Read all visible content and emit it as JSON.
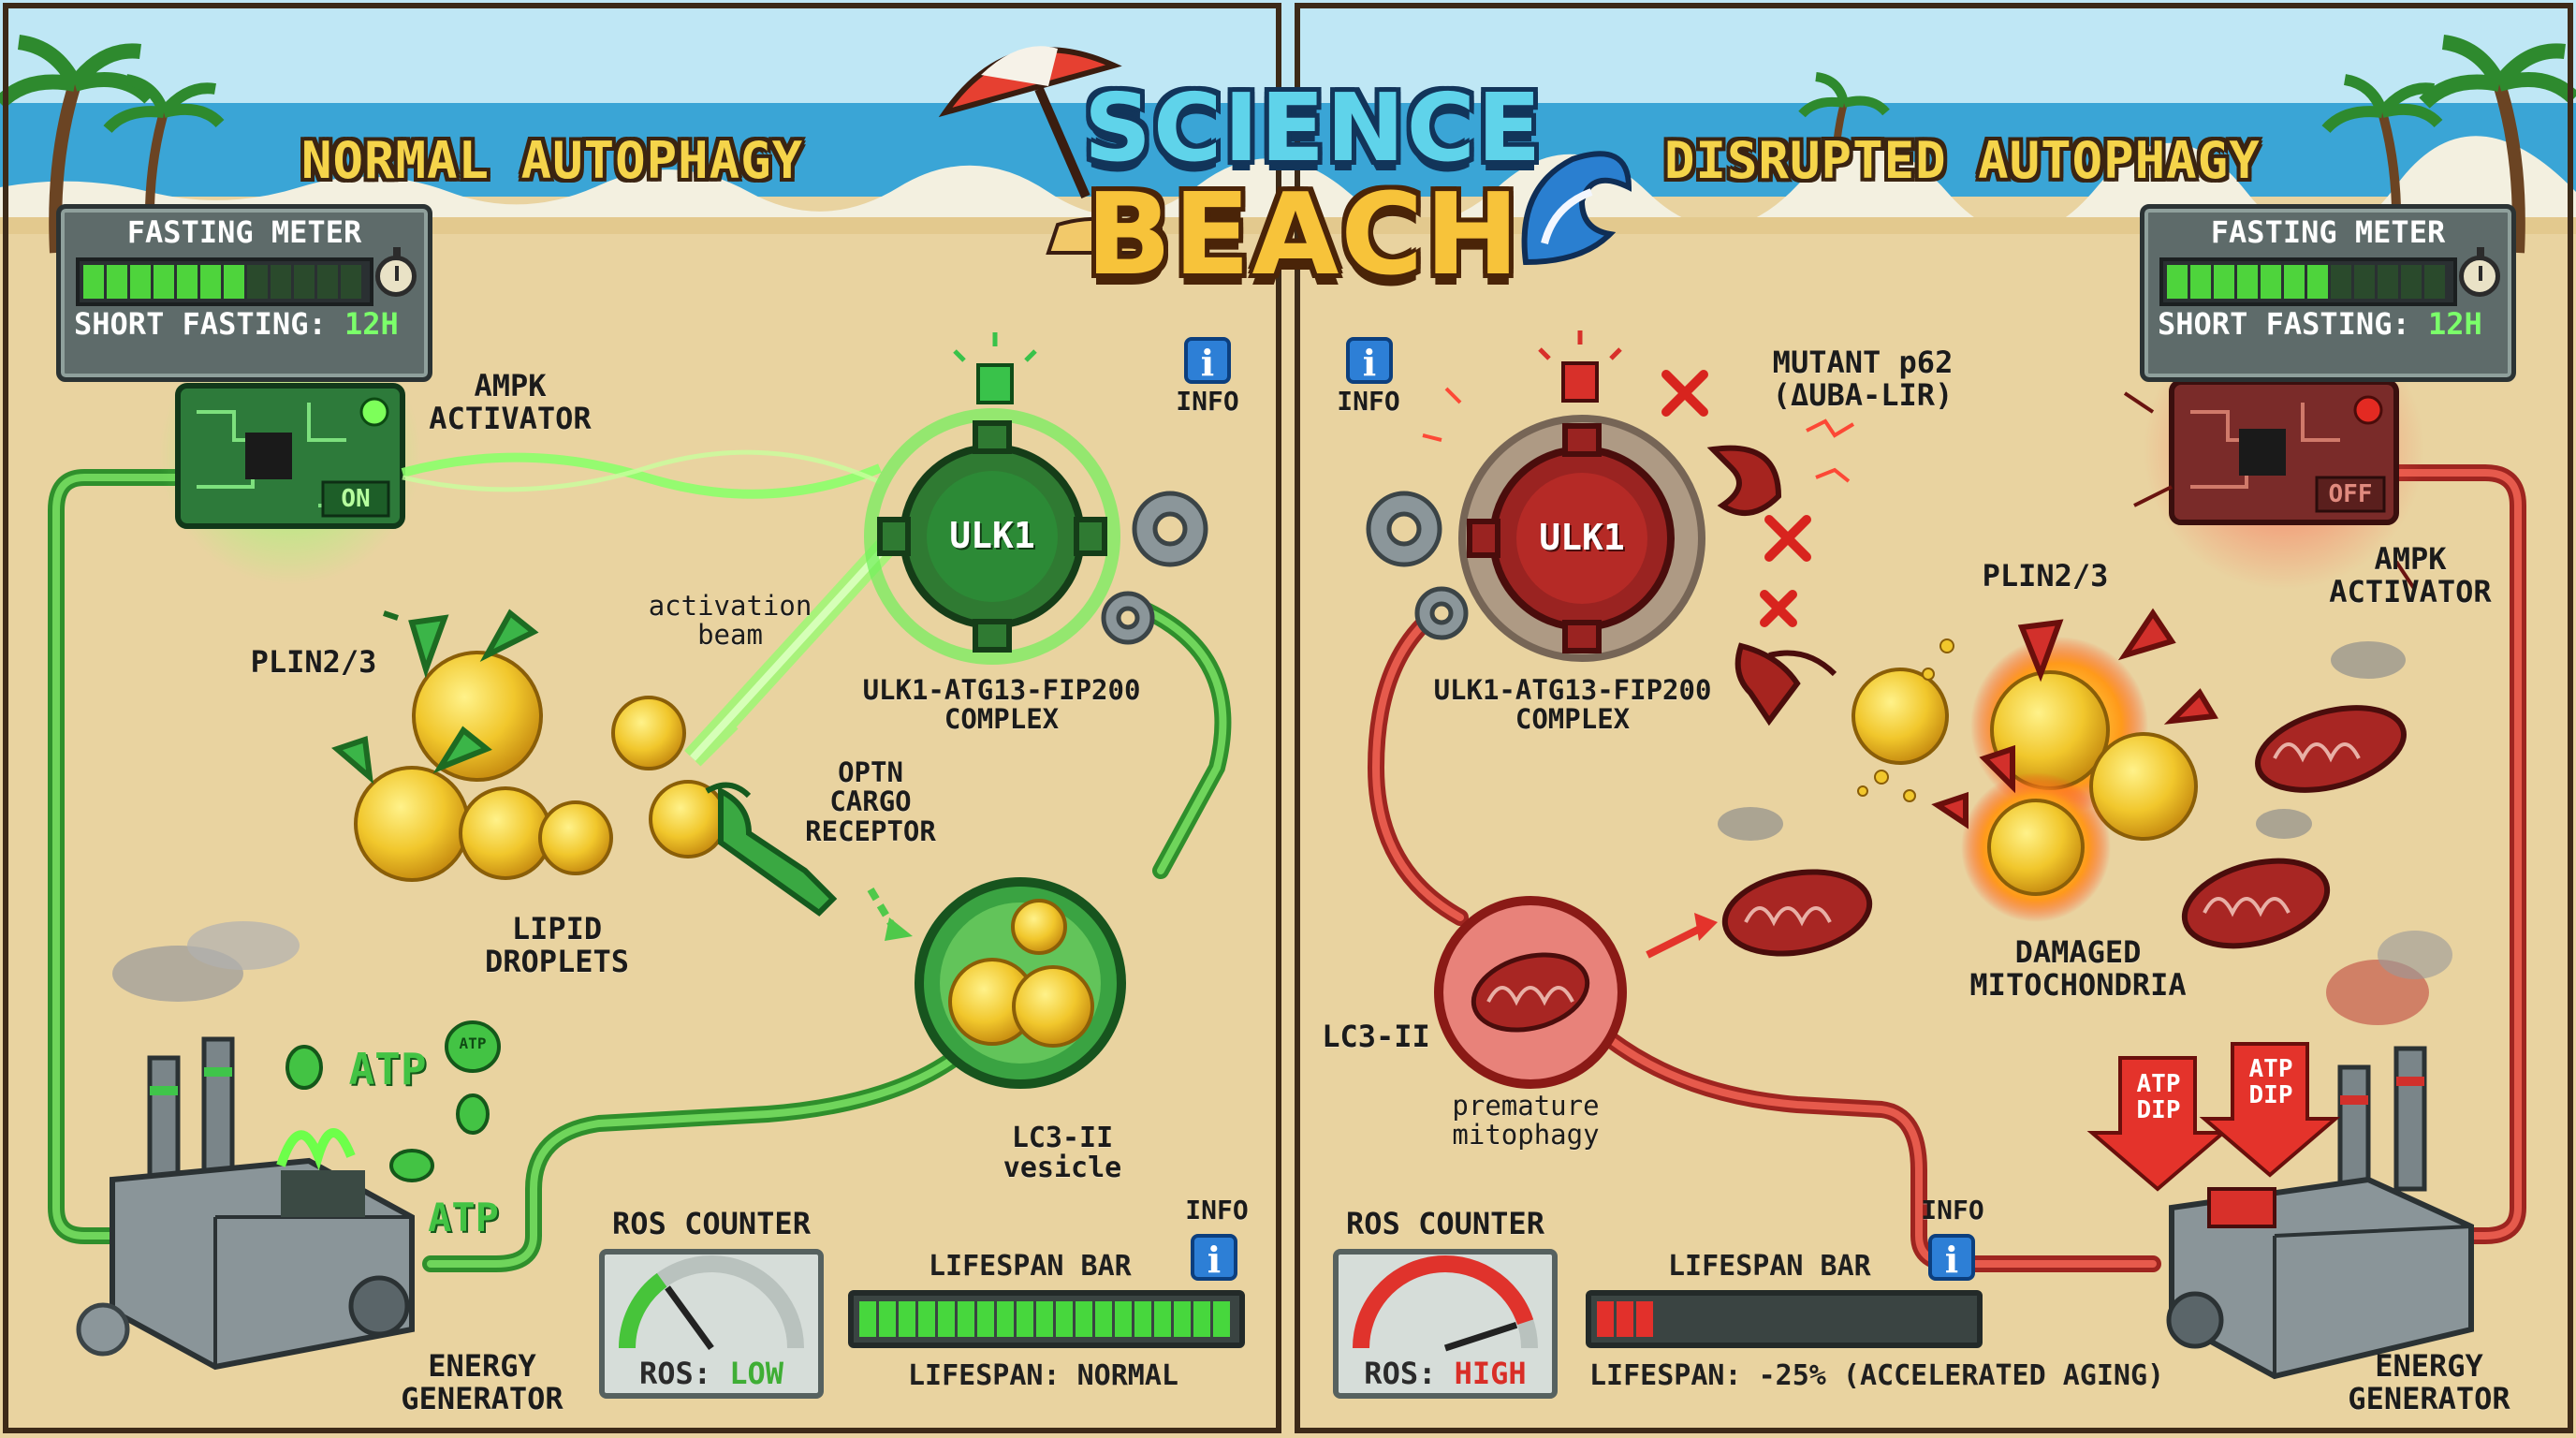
{
  "logo": {
    "line1": "SCIENCE",
    "line2": "BEACH"
  },
  "colors": {
    "healthy": "#44c038",
    "disrupted": "#d2302b",
    "sand": "#e9d3a0",
    "sea": "#3aa5d6",
    "sky": "#bfe7f5"
  },
  "left": {
    "title": "NORMAL AUTOPHAGY",
    "fasting_meter": {
      "title": "FASTING METER",
      "prefix": "SHORT FASTING: ",
      "value": "12H",
      "fill_fraction": 0.6,
      "icon": "stopwatch-icon"
    },
    "ampk": {
      "label": "AMPK\nACTIVATOR",
      "switch": "ON"
    },
    "ulk1": {
      "gear_label": "ULK1",
      "complex_label": "ULK1-ATG13-FIP200\nCOMPLEX"
    },
    "activation_beam": "activation\nbeam",
    "plin": "PLIN2/3",
    "lipid_droplets": "LIPID\nDROPLETS",
    "optn": "OPTN\nCARGO\nRECEPTOR",
    "lc3": "LC3-II\nvesicle",
    "atp1": "ATP",
    "atp2": "ATP",
    "atp_coin": "ATP",
    "energy_generator": "ENERGY\nGENERATOR",
    "info_top": "INFO",
    "info_bottom": "INFO",
    "ros": {
      "title": "ROS COUNTER",
      "prefix": "ROS: ",
      "value": "LOW",
      "level": 0.3
    },
    "lifespan": {
      "title": "LIFESPAN BAR",
      "text": "LIFESPAN: NORMAL",
      "fill_fraction": 1.0
    }
  },
  "right": {
    "title": "DISRUPTED AUTOPHAGY",
    "fasting_meter": {
      "title": "FASTING METER",
      "prefix": "SHORT FASTING: ",
      "value": "12H",
      "fill_fraction": 0.6,
      "icon": "stopwatch-icon"
    },
    "ampk": {
      "label": "AMPK\nACTIVATOR",
      "switch": "OFF"
    },
    "ulk1": {
      "gear_label": "ULK1",
      "complex_label": "ULK1-ATG13-FIP200\nCOMPLEX"
    },
    "mutant": "MUTANT p62\n(ΔUBA-LIR)",
    "plin": "PLIN2/3",
    "damaged_mito": "DAMAGED\nMITOCHONDRIA",
    "lc3": "LC3-II",
    "premature": "premature\nmitophagy",
    "atp_dip1": "ATP\nDIP",
    "atp_dip2": "ATP\nDIP",
    "energy_generator": "ENERGY\nGENERATOR",
    "info_top": "INFO",
    "info_bottom": "INFO",
    "ros": {
      "title": "ROS COUNTER",
      "prefix": "ROS: ",
      "value": "HIGH",
      "level": 0.9
    },
    "lifespan": {
      "title": "LIFESPAN BAR",
      "text": "LIFESPAN: -25% (ACCELERATED AGING)",
      "fill_fraction": 0.17
    }
  }
}
